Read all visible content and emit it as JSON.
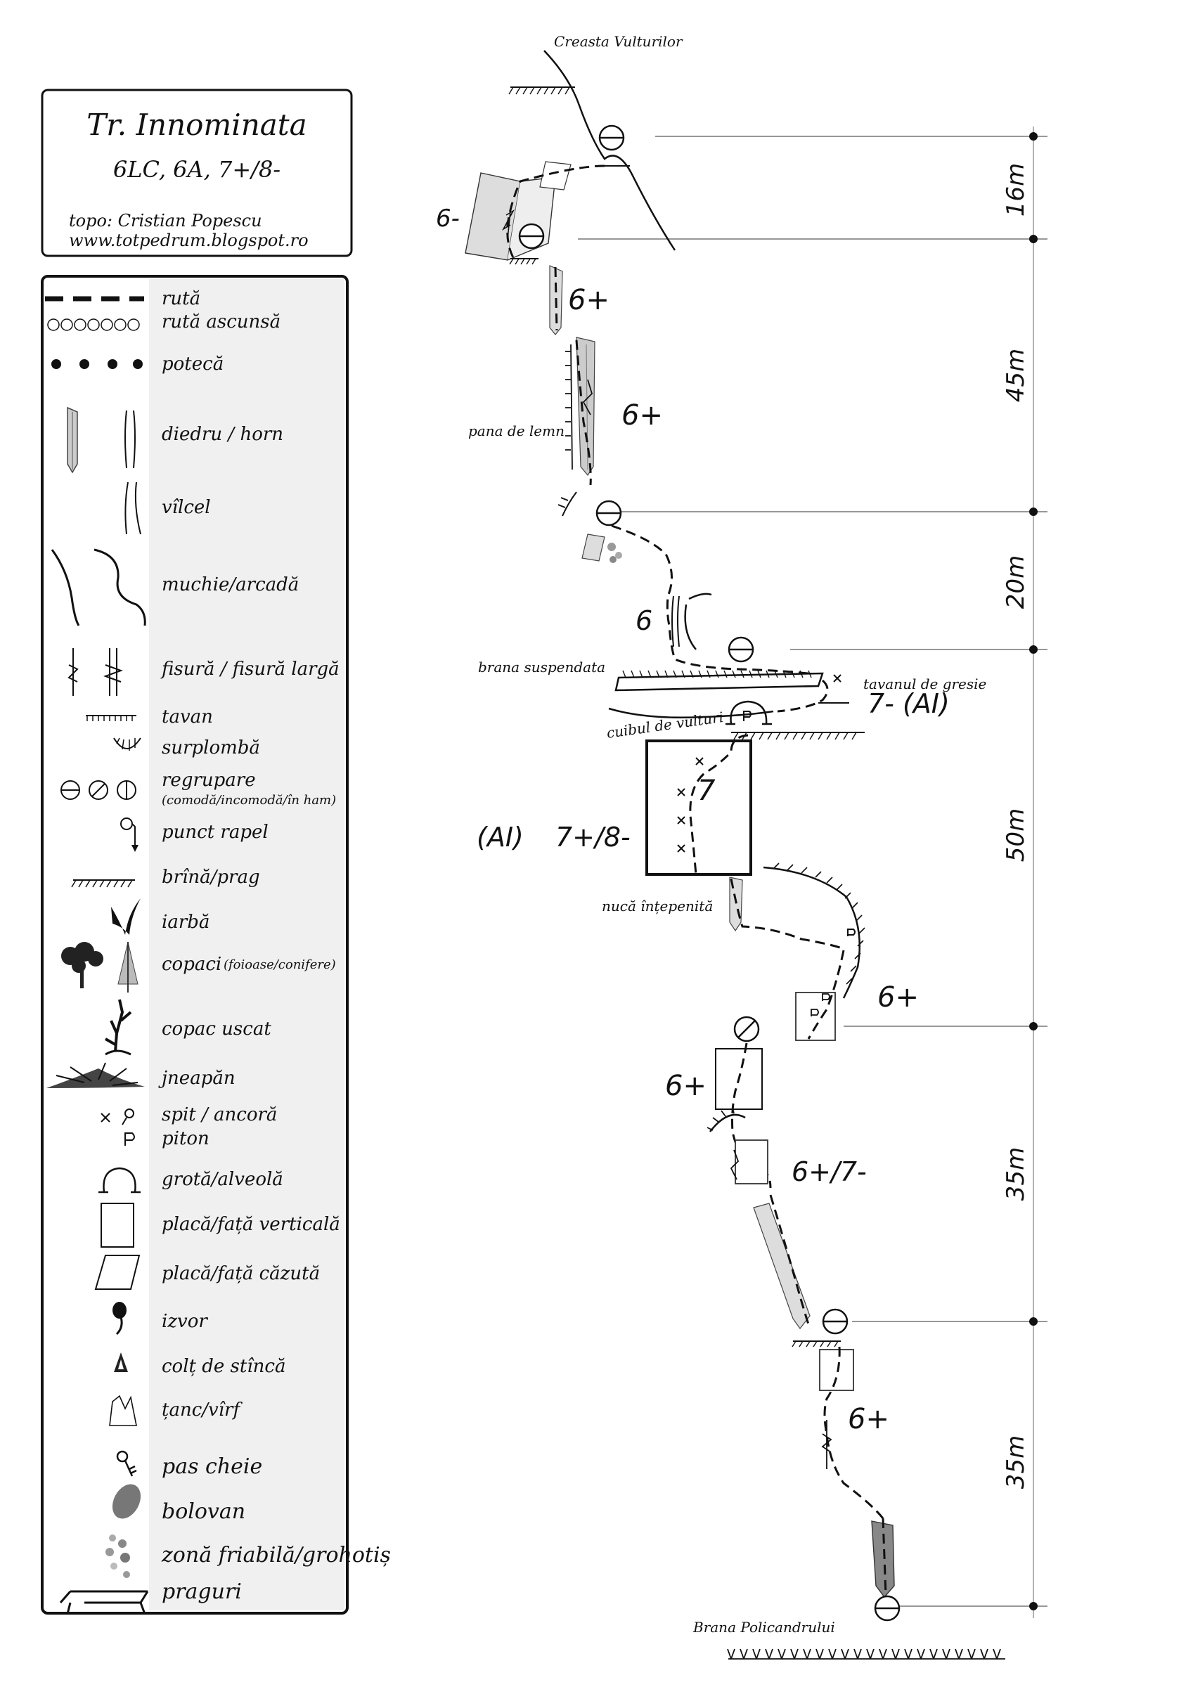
{
  "title_box": {
    "title": "Tr. Innominata",
    "grade": "6LC, 6A, 7+/8-",
    "topo_author": "topo: Cristian Popescu",
    "website": "www.totpedrum.blogspot.ro"
  },
  "legend": [
    {
      "label": "rută",
      "icon": "dashed-route-icon"
    },
    {
      "label": "rută ascunsă",
      "icon": "hidden-route-icon"
    },
    {
      "label": "potecă",
      "icon": "path-dots-icon"
    },
    {
      "label": "diedru  /  horn",
      "icon": "dihedral-chimney-icon"
    },
    {
      "label": "vîlcel",
      "icon": "gully-icon"
    },
    {
      "label": "muchie/arcadă",
      "icon": "edge-arch-icon"
    },
    {
      "label": "fisură  /  fisură largă",
      "icon": "crack-icon"
    },
    {
      "label": "tavan",
      "icon": "roof-icon"
    },
    {
      "label": "surplombă",
      "icon": "overhang-icon"
    },
    {
      "label": "regrupare",
      "sublabel": "(comodă/incomodă/în ham)",
      "icon": "belay-icon"
    },
    {
      "label": "punct rapel",
      "icon": "rappel-icon"
    },
    {
      "label": "brînă/prag",
      "icon": "ledge-icon"
    },
    {
      "label": "iarbă",
      "icon": "grass-icon"
    },
    {
      "label": "copaci",
      "sublabel": "(foioase/conifere)",
      "icon": "trees-icon"
    },
    {
      "label": "copac uscat",
      "icon": "dead-tree-icon"
    },
    {
      "label": "jneapăn",
      "icon": "dwarf-pine-icon"
    },
    {
      "label": "spit  /  ancoră",
      "icon": "bolt-anchor-icon"
    },
    {
      "label": "piton",
      "icon": "piton-icon"
    },
    {
      "label": "grotă/alveolă",
      "icon": "cave-icon"
    },
    {
      "label": "placă/față verticală",
      "icon": "vertical-slab-icon"
    },
    {
      "label": "placă/față căzută",
      "icon": "slanted-slab-icon"
    },
    {
      "label": "izvor",
      "icon": "spring-icon"
    },
    {
      "label": "colț de stîncă",
      "icon": "rock-spike-icon"
    },
    {
      "label": "țanc/vîrf",
      "icon": "pinnacle-icon"
    },
    {
      "label": "pas cheie",
      "icon": "key-step-icon"
    },
    {
      "label": "bolovan",
      "icon": "boulder-icon"
    },
    {
      "label": "zonă friabilă/grohotiș",
      "icon": "scree-icon"
    },
    {
      "label": "praguri",
      "icon": "steps-icon"
    }
  ],
  "topo": {
    "top_label": "Creasta Vulturilor",
    "bottom_label": "Brana Policandrului",
    "pitch_lengths": [
      "16m",
      "45m",
      "20m",
      "50m",
      "35m",
      "35m"
    ],
    "grades": {
      "g1": "6-",
      "g2": "6+",
      "g3": "6+",
      "g4": "6",
      "g5": "7-  (AI)",
      "g6": "7",
      "g7": "7+/8-",
      "g8": "(AI)",
      "g9": "6+",
      "g10": "6+",
      "g11": "6+/7-",
      "g12": "6+"
    },
    "notes": {
      "pana": "pana de lemn",
      "brana": "brana suspendata",
      "tavanul": "tavanul de gresie",
      "cuibul": "cuibul de vulturi",
      "nuca": "nucă înțepenită"
    }
  }
}
